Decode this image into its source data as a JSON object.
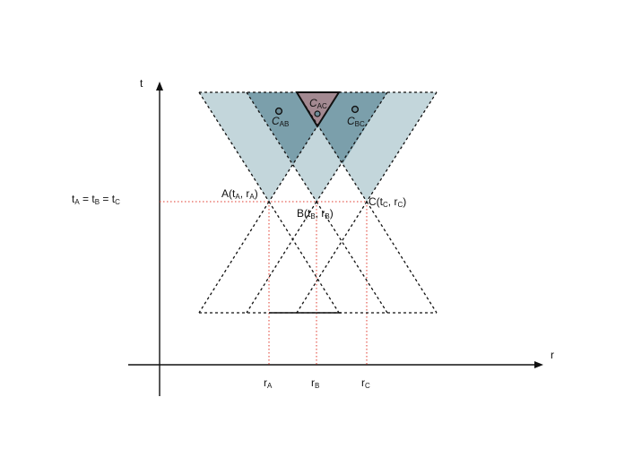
{
  "axes": {
    "t_label": "t",
    "r_label": "r"
  },
  "points": {
    "A": {
      "name": "A",
      "t": "t",
      "t_sub": "A",
      "r": "r",
      "r_sub": "A"
    },
    "B": {
      "name": "B",
      "t": "t",
      "t_sub": "B",
      "r": "r",
      "r_sub": "B"
    },
    "C": {
      "name": "C",
      "t": "t",
      "t_sub": "C",
      "r": "r",
      "r_sub": "C"
    }
  },
  "regions": {
    "AB": {
      "main": "C",
      "sub": "AB"
    },
    "AC": {
      "main": "C",
      "sub": "AC"
    },
    "BC": {
      "main": "C",
      "sub": "BC"
    }
  },
  "time_equality": {
    "a": "t",
    "a_sub": "A",
    "eq1": " = ",
    "b": "t",
    "b_sub": "B",
    "eq2": " = ",
    "c": "t",
    "c_sub": "C"
  },
  "r_ticks": {
    "A": {
      "main": "r",
      "sub": "A"
    },
    "B": {
      "main": "r",
      "sub": "B"
    },
    "C": {
      "main": "r",
      "sub": "C"
    }
  },
  "colors": {
    "light_cone_fill": "#c3d6db",
    "overlap_fill": "#7b9fab",
    "triple_fill": "#a38991",
    "guide": "#e03a2c",
    "dash": "#111111"
  }
}
